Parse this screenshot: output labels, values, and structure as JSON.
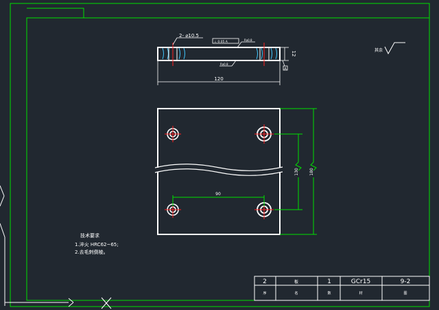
{
  "drawing": {
    "colors": {
      "background": "#212830",
      "frame": "#00e000",
      "outline": "#ffffff",
      "centerline": "#ff2020",
      "hatch": "#40c8ff"
    },
    "top_view": {
      "hole_callout": "2- ⌀10.5",
      "tolerance_frame": "⊥ 0.05 A",
      "roughness_top": "Ra0.8",
      "roughness_bottom": "Ra0.8",
      "thickness_dim": "12",
      "width_dim": "120",
      "datum": "A"
    },
    "plan_view": {
      "hole_spacing_h": "90",
      "hole_spacing_v": "130",
      "overall_height": "180"
    },
    "surface_note": {
      "label": "其余",
      "symbol": "roughness-symbol"
    },
    "tech_requirements": {
      "title": "技术要求",
      "lines": [
        "1.淬火 HRC62~65;",
        "2.去毛刺倒棱。"
      ]
    },
    "title_block": {
      "values": [
        "2",
        "板",
        "1",
        "GCr15",
        "9-2"
      ],
      "headers": [
        "序",
        "名",
        "数",
        "材",
        "图"
      ]
    }
  }
}
